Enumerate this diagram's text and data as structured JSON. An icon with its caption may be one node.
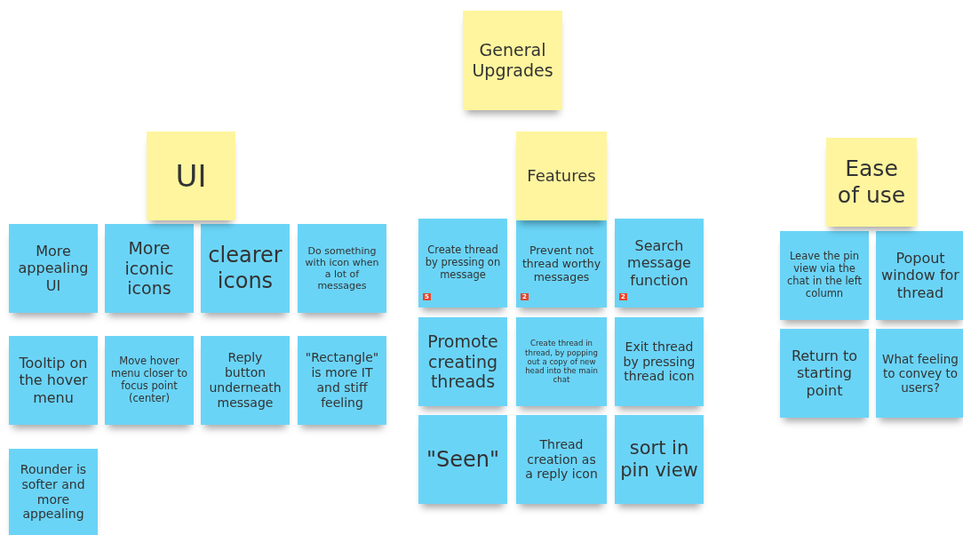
{
  "diagram": {
    "nodes": [
      {
        "text": [
          "General Upgrades"
        ]
      },
      {
        "text": [
          "UI"
        ]
      },
      {
        "text": [
          "Features"
        ]
      },
      {
        "text": [
          "Ease of use"
        ]
      },
      {
        "text": [
          "More appealing UI"
        ]
      },
      {
        "text": [
          "More iconic icons"
        ]
      },
      {
        "text": [
          "clearer icons"
        ]
      },
      {
        "text": [
          "Do something with icon when a lot of messages"
        ]
      },
      {
        "text": [
          "Tooltip on the hover menu"
        ]
      },
      {
        "text": [
          "Move hover menu closer to focus point (center)"
        ]
      },
      {
        "text": [
          "Reply button underneath message"
        ]
      },
      {
        "text": [
          "\"Rectangle\" is more IT and stiff feeling"
        ]
      },
      {
        "text": [
          "Rounder is softer and more appealing"
        ]
      },
      {
        "text": [
          "Create thread by pressing on message",
          "5"
        ]
      },
      {
        "text": [
          "Prevent not thread worthy messages",
          "2"
        ]
      },
      {
        "text": [
          "Search message function",
          "2"
        ]
      },
      {
        "text": [
          "Promote creating threads"
        ]
      },
      {
        "text": [
          "Create thread in thread, by popping out a copy of  new head into the main chat"
        ]
      },
      {
        "text": [
          "Exit thread by pressing thread icon"
        ]
      },
      {
        "text": [
          "\"Seen\""
        ]
      },
      {
        "text": [
          "Thread creation as a reply icon"
        ]
      },
      {
        "text": [
          "sort in pin view"
        ]
      },
      {
        "text": [
          "Leave the pin view via the chat in the left column"
        ]
      },
      {
        "text": [
          "Popout window for thread"
        ]
      },
      {
        "text": [
          "Return to starting point"
        ]
      },
      {
        "text": [
          "What feeling to convey to users?"
        ]
      }
    ],
    "edges": []
  }
}
